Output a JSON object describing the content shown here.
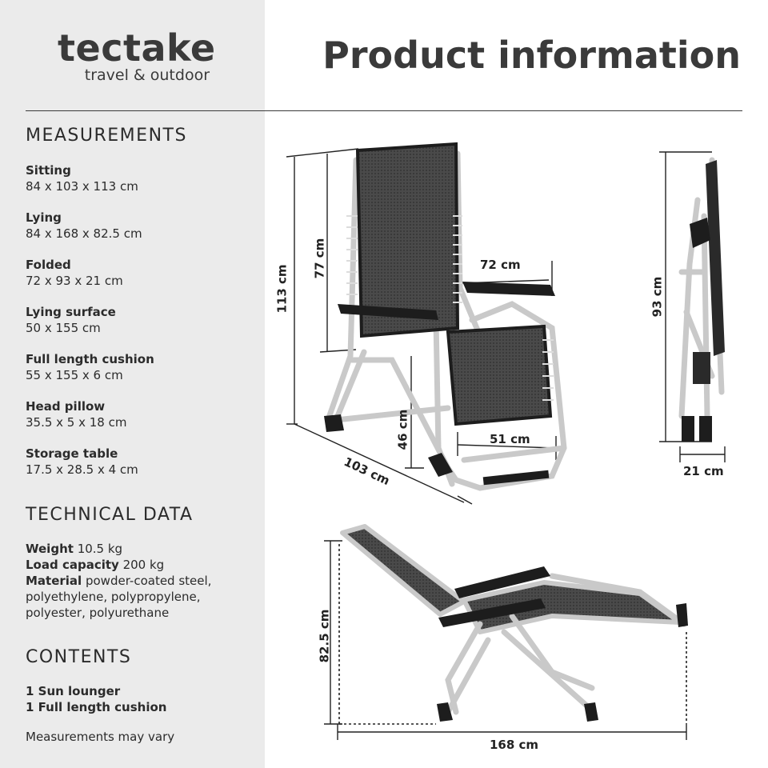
{
  "brand": {
    "name": "tectake",
    "tagline": "travel & outdoor"
  },
  "title": "Product information",
  "measurements": {
    "heading": "MEASUREMENTS",
    "items": [
      {
        "label": "Sitting",
        "value": "84 x 103 x 113 cm"
      },
      {
        "label": "Lying",
        "value": "84 x 168 x 82.5 cm"
      },
      {
        "label": "Folded",
        "value": "72 x 93 x 21 cm"
      },
      {
        "label": "Lying surface",
        "value": "50 x 155 cm"
      },
      {
        "label": "Full length cushion",
        "value": "55 x 155 x 6 cm"
      },
      {
        "label": "Head pillow",
        "value": "35.5 x 5 x 18 cm"
      },
      {
        "label": "Storage table",
        "value": "17.5 x 28.5 x 4 cm"
      }
    ]
  },
  "technical": {
    "heading": "TECHNICAL DATA",
    "weight_label": "Weight",
    "weight_value": "10.5 kg",
    "load_label": "Load capacity",
    "load_value": "200 kg",
    "material_label": "Material",
    "material_value": "powder-coated steel, polyethylene, polypropylene, polyester, polyurethane"
  },
  "contents": {
    "heading": "CONTENTS",
    "items": [
      "1 Sun lounger",
      "1 Full length cushion"
    ]
  },
  "note": "Measurements may vary",
  "dimensions": {
    "height_total": "113 cm",
    "backrest": "77 cm",
    "armrest_width": "72 cm",
    "seat_height": "46 cm",
    "seat_width": "51 cm",
    "depth": "103 cm",
    "folded_height": "93 cm",
    "folded_depth": "21 cm",
    "lying_height": "82.5 cm",
    "lying_length": "168 cm"
  },
  "colors": {
    "sidebar": "#ebebeb",
    "text": "#2b2b2b",
    "frame": "#c9c9c9",
    "mesh": "#3c3c3c"
  }
}
